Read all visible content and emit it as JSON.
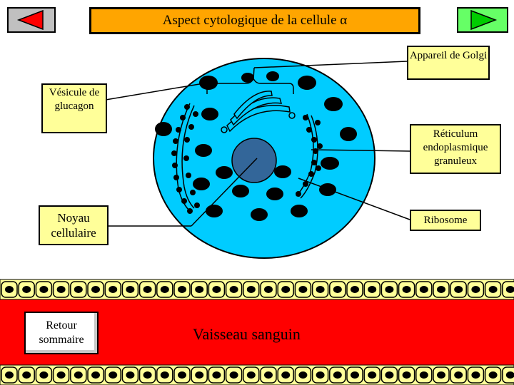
{
  "title": "Aspect cytologique de la cellule α",
  "labels": {
    "golgi": "Appareil de Golgi",
    "vesicule": "Vésicule de glucagon",
    "reticulum": "Réticulum endoplasmique granuleux",
    "noyau": "Noyau cellulaire",
    "ribosome": "Ribosome"
  },
  "buttons": {
    "retour": "Retour sommaire"
  },
  "vessel_label": "Vaisseau sanguin",
  "colors": {
    "title_bg": "#ffa500",
    "label_bg": "#ffff99",
    "cell": "#00ccff",
    "nucleus": "#336699",
    "vessel": "#ff0000",
    "prev_arrow": "#ff0000",
    "next_arrow": "#00cc00"
  }
}
